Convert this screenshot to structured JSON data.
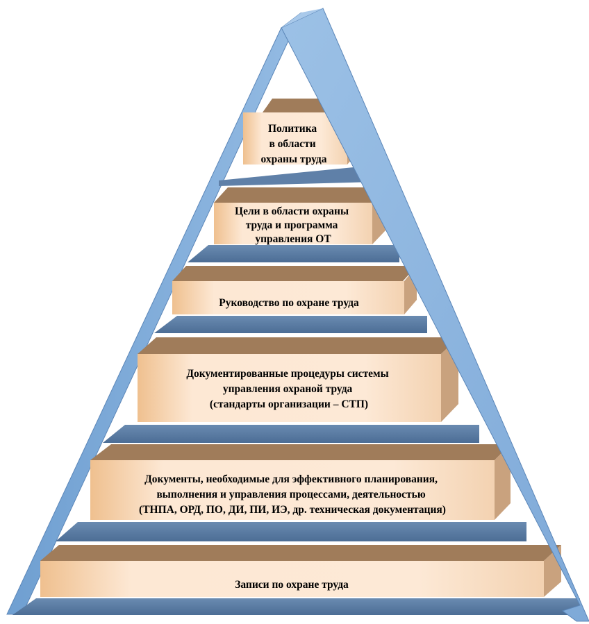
{
  "title": "",
  "colors": {
    "frame_light": "#8cb4de",
    "frame_mid": "#6f9fd1",
    "frame_dark": "#4a7ab8",
    "shelf_top": "#5a7ba2",
    "shelf_bottom": "#3e5f86",
    "block_top": "#a07c5a",
    "block_front_light": "#fde9d6",
    "block_front_mid": "#f0c49d",
    "block_right": "#c9a27e"
  },
  "levels": [
    {
      "lines": [
        "Политика",
        "в области",
        "охраны труда"
      ]
    },
    {
      "lines": [
        "Цели в области охраны",
        "труда и программа",
        "управления ОТ"
      ]
    },
    {
      "lines": [
        "Руководство по охране труда"
      ]
    },
    {
      "lines": [
        "Документированные процедуры системы",
        "управления охраной труда",
        "(стандарты организации – СТП)"
      ]
    },
    {
      "lines": [
        "Документы, необходимые для эффективного планирования,",
        "выполнения и управления процессами, деятельностью",
        "(ТНПА, ОРД, ПО, ДИ, ПИ, ИЭ, др. техническая документация)"
      ]
    },
    {
      "lines": [
        "Записи по охране труда"
      ]
    }
  ]
}
